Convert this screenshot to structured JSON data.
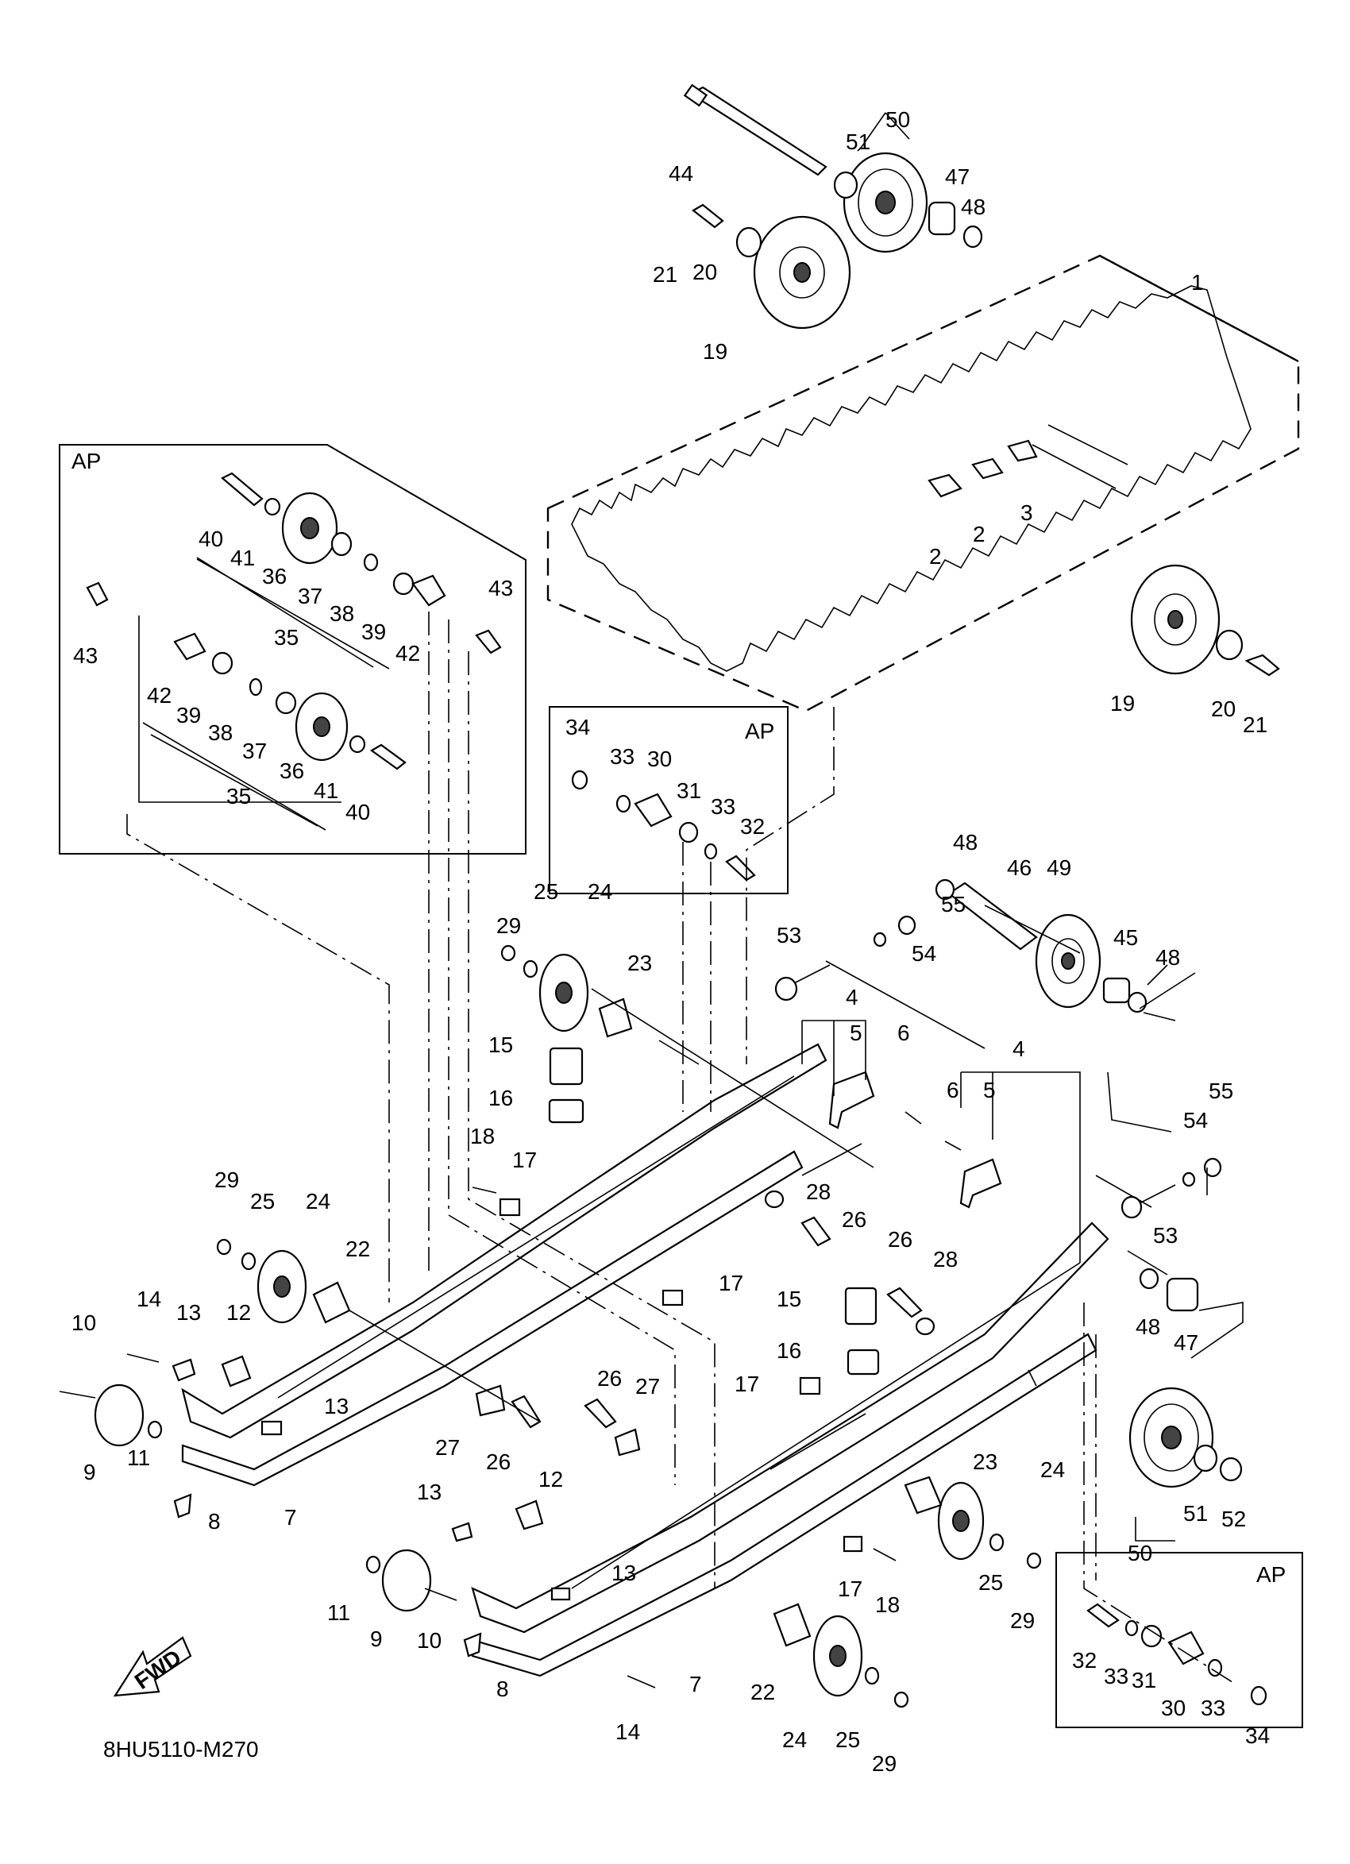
{
  "diagram_code": "8HU5110-M270",
  "fwd_label": "FWD",
  "ap_labels": [
    "AP",
    "AP",
    "AP"
  ],
  "callouts": [
    {
      "id": "c1",
      "text": "1"
    },
    {
      "id": "c2a",
      "text": "2"
    },
    {
      "id": "c2b",
      "text": "2"
    },
    {
      "id": "c3",
      "text": "3"
    },
    {
      "id": "c4a",
      "text": "4"
    },
    {
      "id": "c4b",
      "text": "4"
    },
    {
      "id": "c5a",
      "text": "5"
    },
    {
      "id": "c5b",
      "text": "5"
    },
    {
      "id": "c6a",
      "text": "6"
    },
    {
      "id": "c6b",
      "text": "6"
    },
    {
      "id": "c7a",
      "text": "7"
    },
    {
      "id": "c7b",
      "text": "7"
    },
    {
      "id": "c8a",
      "text": "8"
    },
    {
      "id": "c8b",
      "text": "8"
    },
    {
      "id": "c9a",
      "text": "9"
    },
    {
      "id": "c9b",
      "text": "9"
    },
    {
      "id": "c10a",
      "text": "10"
    },
    {
      "id": "c10b",
      "text": "10"
    },
    {
      "id": "c11a",
      "text": "11"
    },
    {
      "id": "c11b",
      "text": "11"
    },
    {
      "id": "c12a",
      "text": "12"
    },
    {
      "id": "c12b",
      "text": "12"
    },
    {
      "id": "c13a",
      "text": "13"
    },
    {
      "id": "c13b",
      "text": "13"
    },
    {
      "id": "c13c",
      "text": "13"
    },
    {
      "id": "c13d",
      "text": "13"
    },
    {
      "id": "c14a",
      "text": "14"
    },
    {
      "id": "c14b",
      "text": "14"
    },
    {
      "id": "c15a",
      "text": "15"
    },
    {
      "id": "c15b",
      "text": "15"
    },
    {
      "id": "c16a",
      "text": "16"
    },
    {
      "id": "c16b",
      "text": "16"
    },
    {
      "id": "c17a",
      "text": "17"
    },
    {
      "id": "c17b",
      "text": "17"
    },
    {
      "id": "c17c",
      "text": "17"
    },
    {
      "id": "c17d",
      "text": "17"
    },
    {
      "id": "c18a",
      "text": "18"
    },
    {
      "id": "c18b",
      "text": "18"
    },
    {
      "id": "c19a",
      "text": "19"
    },
    {
      "id": "c19b",
      "text": "19"
    },
    {
      "id": "c20a",
      "text": "20"
    },
    {
      "id": "c20b",
      "text": "20"
    },
    {
      "id": "c21a",
      "text": "21"
    },
    {
      "id": "c21b",
      "text": "21"
    },
    {
      "id": "c22a",
      "text": "22"
    },
    {
      "id": "c22b",
      "text": "22"
    },
    {
      "id": "c23a",
      "text": "23"
    },
    {
      "id": "c23b",
      "text": "23"
    },
    {
      "id": "c24a",
      "text": "24"
    },
    {
      "id": "c24b",
      "text": "24"
    },
    {
      "id": "c24c",
      "text": "24"
    },
    {
      "id": "c24d",
      "text": "24"
    },
    {
      "id": "c25a",
      "text": "25"
    },
    {
      "id": "c25b",
      "text": "25"
    },
    {
      "id": "c25c",
      "text": "25"
    },
    {
      "id": "c25d",
      "text": "25"
    },
    {
      "id": "c26a",
      "text": "26"
    },
    {
      "id": "c26b",
      "text": "26"
    },
    {
      "id": "c26c",
      "text": "26"
    },
    {
      "id": "c26d",
      "text": "26"
    },
    {
      "id": "c27a",
      "text": "27"
    },
    {
      "id": "c27b",
      "text": "27"
    },
    {
      "id": "c28a",
      "text": "28"
    },
    {
      "id": "c28b",
      "text": "28"
    },
    {
      "id": "c29a",
      "text": "29"
    },
    {
      "id": "c29b",
      "text": "29"
    },
    {
      "id": "c29c",
      "text": "29"
    },
    {
      "id": "c29d",
      "text": "29"
    },
    {
      "id": "c30a",
      "text": "30"
    },
    {
      "id": "c30b",
      "text": "30"
    },
    {
      "id": "c31a",
      "text": "31"
    },
    {
      "id": "c31b",
      "text": "31"
    },
    {
      "id": "c32a",
      "text": "32"
    },
    {
      "id": "c32b",
      "text": "32"
    },
    {
      "id": "c33a",
      "text": "33"
    },
    {
      "id": "c33b",
      "text": "33"
    },
    {
      "id": "c33c",
      "text": "33"
    },
    {
      "id": "c33d",
      "text": "33"
    },
    {
      "id": "c34a",
      "text": "34"
    },
    {
      "id": "c34b",
      "text": "34"
    },
    {
      "id": "c35a",
      "text": "35"
    },
    {
      "id": "c35b",
      "text": "35"
    },
    {
      "id": "c36a",
      "text": "36"
    },
    {
      "id": "c36b",
      "text": "36"
    },
    {
      "id": "c37a",
      "text": "37"
    },
    {
      "id": "c37b",
      "text": "37"
    },
    {
      "id": "c38a",
      "text": "38"
    },
    {
      "id": "c38b",
      "text": "38"
    },
    {
      "id": "c39a",
      "text": "39"
    },
    {
      "id": "c39b",
      "text": "39"
    },
    {
      "id": "c40a",
      "text": "40"
    },
    {
      "id": "c40b",
      "text": "40"
    },
    {
      "id": "c41a",
      "text": "41"
    },
    {
      "id": "c41b",
      "text": "41"
    },
    {
      "id": "c42a",
      "text": "42"
    },
    {
      "id": "c42b",
      "text": "42"
    },
    {
      "id": "c43a",
      "text": "43"
    },
    {
      "id": "c43b",
      "text": "43"
    },
    {
      "id": "c44",
      "text": "44"
    },
    {
      "id": "c45",
      "text": "45"
    },
    {
      "id": "c46",
      "text": "46"
    },
    {
      "id": "c47a",
      "text": "47"
    },
    {
      "id": "c47b",
      "text": "47"
    },
    {
      "id": "c48a",
      "text": "48"
    },
    {
      "id": "c48b",
      "text": "48"
    },
    {
      "id": "c48c",
      "text": "48"
    },
    {
      "id": "c48d",
      "text": "48"
    },
    {
      "id": "c49",
      "text": "49"
    },
    {
      "id": "c50a",
      "text": "50"
    },
    {
      "id": "c50b",
      "text": "50"
    },
    {
      "id": "c51a",
      "text": "51"
    },
    {
      "id": "c51b",
      "text": "51"
    },
    {
      "id": "c52",
      "text": "52"
    },
    {
      "id": "c53a",
      "text": "53"
    },
    {
      "id": "c53b",
      "text": "53"
    },
    {
      "id": "c54a",
      "text": "54"
    },
    {
      "id": "c54b",
      "text": "54"
    },
    {
      "id": "c55a",
      "text": "55"
    },
    {
      "id": "c55b",
      "text": "55"
    }
  ]
}
